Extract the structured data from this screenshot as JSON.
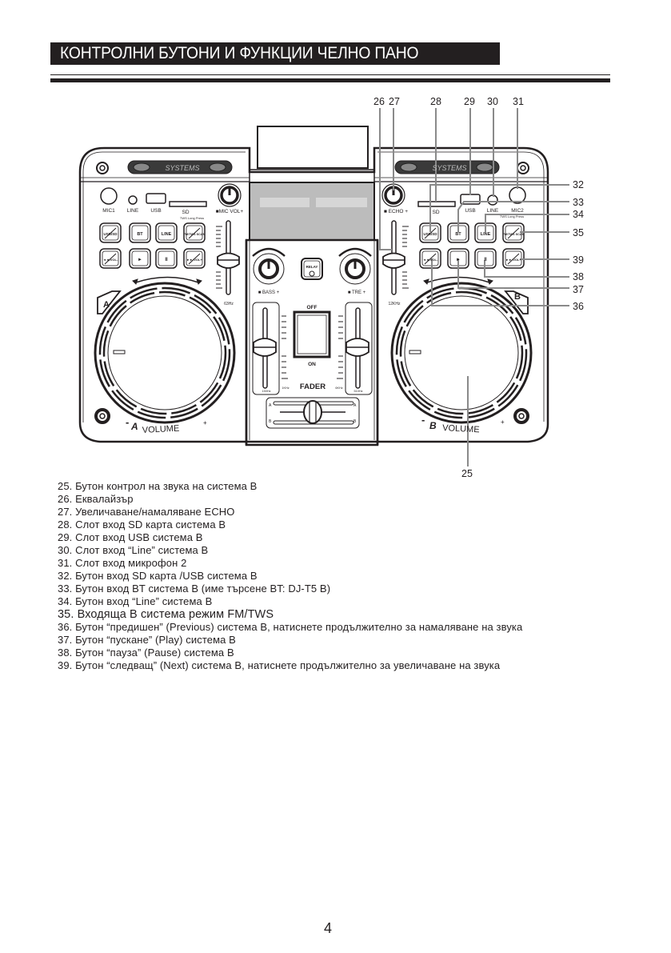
{
  "header": {
    "title": "КОНТРОЛНИ БУТОНИ И ФУНКЦИИ ЧЕЛНО ПАНО"
  },
  "device": {
    "brand": "SYSTEMS",
    "left_deck": {
      "jacks": {
        "mic": "MIC1",
        "line": "LINE",
        "usb": "USB",
        "sd": "SD",
        "tws_hint": "TWS Long Press"
      },
      "mic_vol_label": "■MIC VOL+",
      "buttons_row1": [
        "USB/SD",
        "BT",
        "LINE",
        "FM/TWS SCAN"
      ],
      "buttons_row2": [
        "◄◄/VOL-",
        "►",
        "II",
        "►►/VOL+"
      ],
      "deck_letter": "A",
      "eq_label": "63Hz",
      "volume_label": "VOLUME",
      "minus": "-",
      "plus": "+"
    },
    "right_deck": {
      "jacks": {
        "mic": "MIC2",
        "line": "LINE",
        "usb": "USB",
        "sd": "SD",
        "tws_hint": "TWS Long Press"
      },
      "echo_label": "■ ECHO +",
      "buttons_row1": [
        "USB/SD",
        "BT",
        "LINE",
        "FM/TWS SCAN"
      ],
      "buttons_row2": [
        "◄◄/VOL-",
        "►",
        "II",
        "►►/VOL+"
      ],
      "deck_letter": "B",
      "eq_label": "12KHz",
      "volume_label": "VOLUME",
      "minus": "-",
      "plus": "+"
    },
    "mixer": {
      "bass_label": "■ BASS +",
      "treble_label": "■ TRE +",
      "relay_label": "RELAY",
      "switch_off": "OFF",
      "switch_on": "ON",
      "fader_label": "FADER",
      "left_slider_labels": [
        "1KHz",
        "150Hz"
      ],
      "right_slider_labels": [
        "6KHz",
        "510Hz"
      ],
      "crossfader_a": "A",
      "crossfader_b": "B"
    }
  },
  "callouts": [
    "26",
    "27",
    "28",
    "29",
    "30",
    "31",
    "32",
    "33",
    "34",
    "35",
    "39",
    "38",
    "37",
    "36",
    "25"
  ],
  "legend": [
    "25. Бутон контрол на звука на система B",
    "26. Еквалайзър",
    "27. Увеличаване/намаляване ECHO",
    "28. Слот вход SD карта система B",
    "29. Слот вход USB система B",
    "30. Слот вход “Line” система B",
    "31. Слот вход микрофон 2",
    "32. Бутон вход SD карта /USB система B",
    "33. Бутон вход BT система B (име търсене BT:  DJ-T5  B)",
    "34. Бутон вход “Line” система B",
    "35. Входяща B система режим FM/TWS",
    "36. Бутон “предишен” (Previous) система B, натиснете продължително за намаляване на звука",
    "37. Бутон “пускане” (Play) система B",
    "38. Бутон “пауза” (Pause) система B",
    "39. Бутон “следващ” (Next) система B, натиснете продължително за увеличаване на звука"
  ],
  "footer": {
    "page_number": "4"
  }
}
